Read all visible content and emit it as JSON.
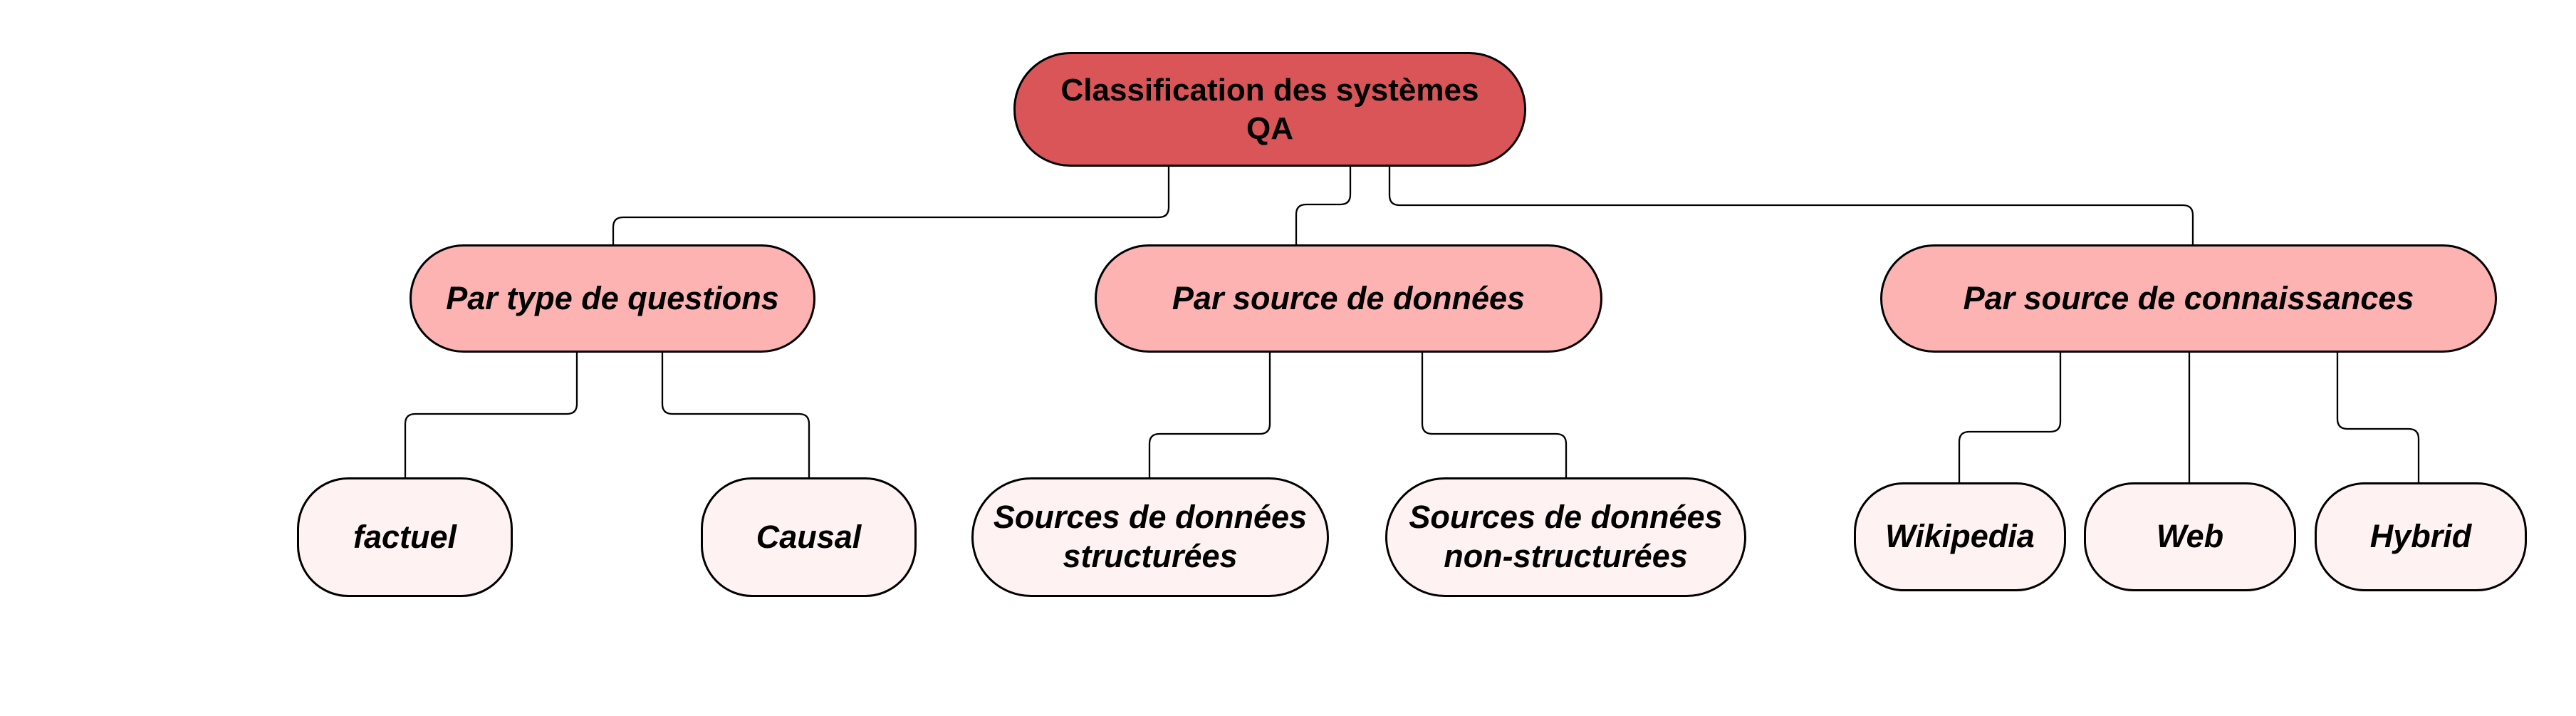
{
  "diagram": {
    "type": "tree",
    "root": {
      "label": "Classification des systèmes\nQA",
      "color": "#d95557"
    },
    "categories": [
      {
        "label": "Par type de questions",
        "color": "#feb3b3",
        "children": [
          {
            "label": "factuel"
          },
          {
            "label": "Causal"
          }
        ]
      },
      {
        "label": "Par source de données",
        "color": "#feb3b3",
        "children": [
          {
            "label": "Sources de données\nstructurées"
          },
          {
            "label": "Sources de données\nnon-structurées"
          }
        ]
      },
      {
        "label": "Par source de connaissances",
        "color": "#feb3b3",
        "children": [
          {
            "label": "Wikipedia"
          },
          {
            "label": "Web"
          },
          {
            "label": "Hybrid"
          }
        ]
      }
    ],
    "leaf_color": "#fef3f2",
    "edge_color": "#000000"
  }
}
